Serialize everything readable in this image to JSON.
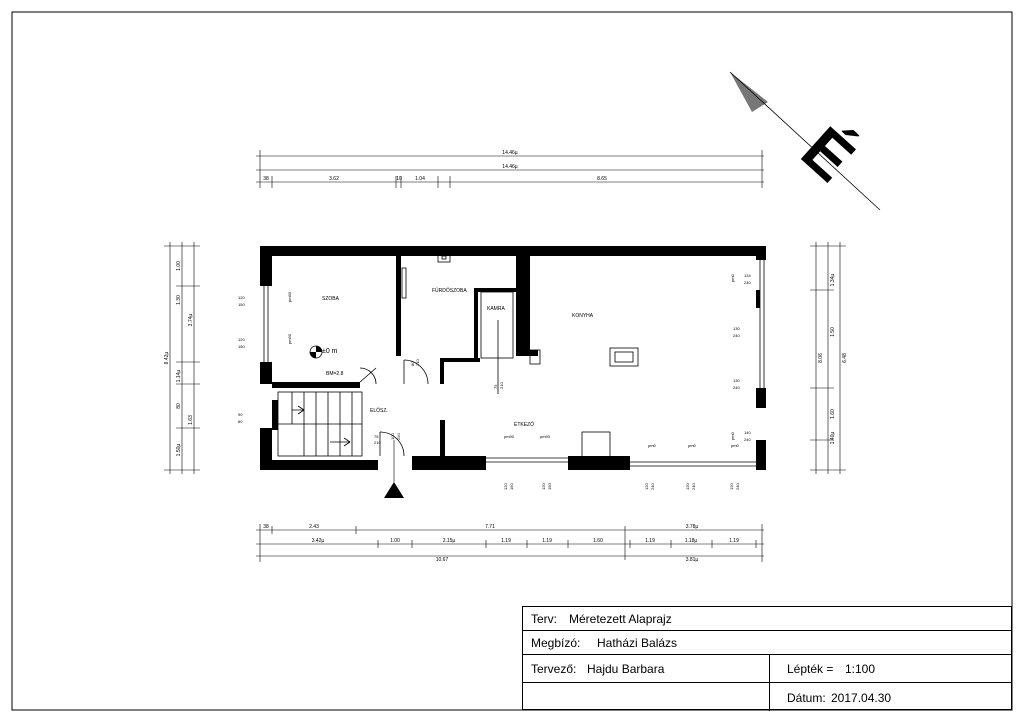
{
  "drawing": {
    "dimensions_top": {
      "overall_1": "14.46µ",
      "overall_2": "14.46µ",
      "segments": [
        "38",
        "3.62",
        "10",
        "1.04",
        "8.65"
      ]
    },
    "dimensions_bottom": {
      "row1": [
        "38",
        "2.43",
        "7.71",
        "3.78µ"
      ],
      "row2": [
        "3.42µ",
        "1.00",
        "2.15µ",
        "1.19",
        "1.19",
        "1.60",
        "1.19",
        "1.18µ",
        "1.19"
      ],
      "row3": [
        "10.67",
        "3.81µ"
      ]
    },
    "dimensions_left": [
      "8.42µ",
      "1.00",
      "1.30",
      "3.74µ",
      "1.14µ",
      "80",
      "1.63",
      "1.50µ"
    ],
    "dimensions_right": [
      "1.34µ",
      "1.50",
      "8.06",
      "6.48",
      "1.60",
      "1.40µ"
    ],
    "rooms": {
      "szoba": "SZOBA",
      "furdoszoba": "FÜRDŐSZOBA",
      "kamra": "KAMRA",
      "konyha": "KONYHA",
      "elosz": "ELŐSZ.",
      "etkezo": "ÉTKEZŐ"
    },
    "level_mark": "±0 m",
    "level_sub": "BM=2.8",
    "north_label": "É",
    "window_tags": [
      "pm90",
      "pm90",
      "pm90",
      "pm90",
      "pm0",
      "pm0",
      "pm0",
      "pm0",
      "pm0"
    ],
    "opening_sizes": [
      "120",
      "150",
      "120",
      "150",
      "90",
      "80",
      "134",
      "240",
      "130",
      "240",
      "130",
      "240",
      "140",
      "240",
      "75",
      "210",
      "80",
      "210",
      "75",
      "210",
      "100",
      "220",
      "120",
      "150",
      "120",
      "150",
      "120",
      "240",
      "120",
      "240",
      "120",
      "240"
    ]
  },
  "title_block": {
    "terv_label": "Terv:",
    "terv_value": "Méretezett Alaprajz",
    "megbizo_label": "Megbízó:",
    "megbizo_value": "Hatházi Balázs",
    "tervezo_label": "Tervező:",
    "tervezo_value": "Hajdu Barbara",
    "lepek_label": "Lépték =",
    "lepek_value": "1:100",
    "datum_label": "Dátum:",
    "datum_value": "2017.04.30"
  }
}
